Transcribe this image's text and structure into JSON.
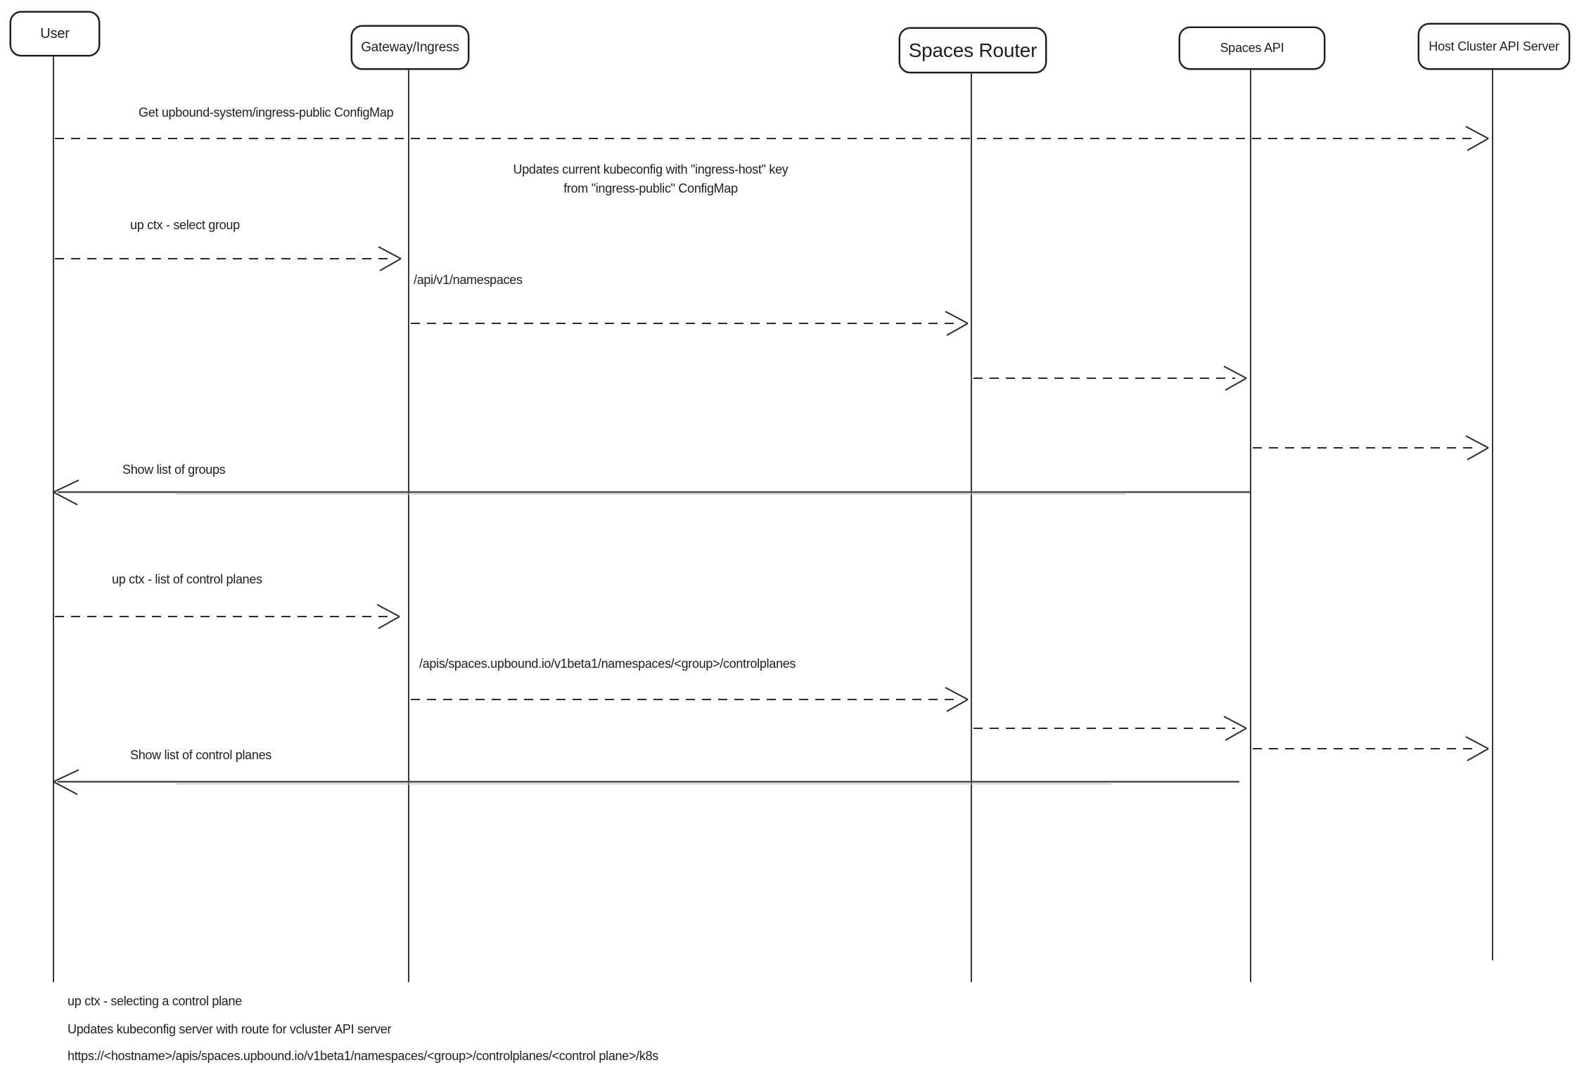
{
  "diagram": {
    "actors": [
      {
        "id": "user",
        "label": "User"
      },
      {
        "id": "gateway-ingress",
        "label": "Gateway/Ingress"
      },
      {
        "id": "spaces-router",
        "label": "Spaces Router"
      },
      {
        "id": "spaces-api",
        "label": "Spaces API"
      },
      {
        "id": "host-cluster-api-server",
        "label": "Host Cluster API Server"
      }
    ],
    "messages": {
      "get_configmap": {
        "from": "User",
        "to": "Host Cluster API Server",
        "style": "dashed",
        "label": "Get upbound-system/ingress-public ConfigMap"
      },
      "select_group": {
        "from": "User",
        "to": "Gateway/Ingress",
        "style": "dashed",
        "label": "up ctx - select group"
      },
      "list_namespaces": {
        "from": "Gateway/Ingress",
        "to": "Spaces Router",
        "style": "dashed",
        "label": "/api/v1/namespaces"
      },
      "router_to_api_1": {
        "from": "Spaces Router",
        "to": "Spaces API",
        "style": "dashed",
        "label": ""
      },
      "api_to_host_1": {
        "from": "Spaces API",
        "to": "Host Cluster API Server",
        "style": "dashed",
        "label": ""
      },
      "show_groups": {
        "from": "Spaces API",
        "to": "User",
        "style": "solid",
        "label": "Show list of groups"
      },
      "list_control_planes": {
        "from": "User",
        "to": "Gateway/Ingress",
        "style": "dashed",
        "label": "up ctx - list of control planes"
      },
      "list_controlplanes_api": {
        "from": "Gateway/Ingress",
        "to": "Spaces Router",
        "style": "dashed",
        "label": "/apis/spaces.upbound.io/v1beta1/namespaces/<group>/controlplanes"
      },
      "router_to_api_2": {
        "from": "Spaces Router",
        "to": "Spaces API",
        "style": "dashed",
        "label": ""
      },
      "api_to_host_2": {
        "from": "Spaces API",
        "to": "Host Cluster API Server",
        "style": "dashed",
        "label": ""
      },
      "show_control_planes": {
        "from": "Spaces API",
        "to": "User",
        "style": "solid",
        "label": "Show list of control planes"
      }
    },
    "notes": {
      "kubeconfig_update": {
        "line1": "Updates current kubeconfig with \"ingress-host\" key",
        "line2": "from \"ingress-public\" ConfigMap"
      }
    },
    "footer": [
      "up ctx - selecting a control plane",
      "Updates kubeconfig server with route for vcluster API server",
      "https://<hostname>/apis/spaces.upbound.io/v1beta1/namespaces/<group>/controlplanes/<control plane>/k8s"
    ],
    "colors": {
      "stroke": "#1e1e1e",
      "dashed_arrow": "#2b2b2b",
      "solid_return": "#4a4a4a",
      "background": "#ffffff"
    }
  }
}
